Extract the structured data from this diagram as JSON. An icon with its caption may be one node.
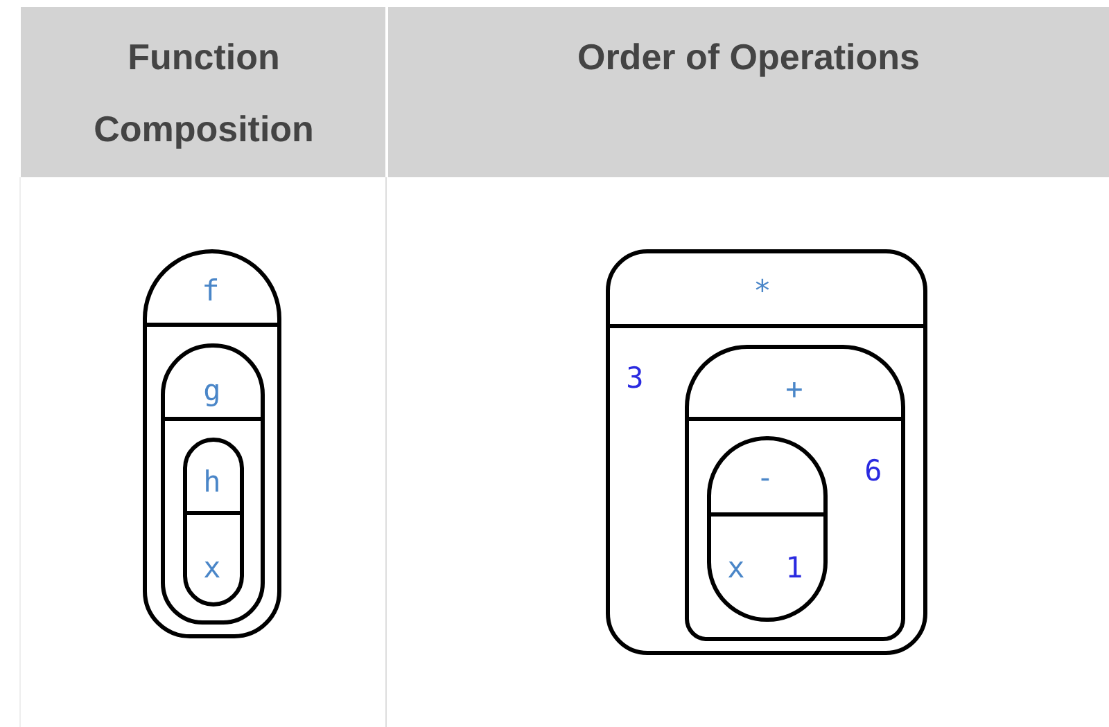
{
  "diagram": {
    "nodes": [
      {
        "text": [
          "f"
        ]
      },
      {
        "text": [
          "g"
        ],
        "in": 0
      },
      {
        "text": [
          "h",
          "x"
        ],
        "in": 1
      },
      {
        "text": [
          "*",
          "3"
        ]
      },
      {
        "text": [
          "+",
          "6"
        ],
        "in": 3
      },
      {
        "text": [
          "-",
          "x",
          "1"
        ],
        "in": 4
      }
    ],
    "labels": [
      "Function Composition",
      "Order of Operations"
    ]
  }
}
